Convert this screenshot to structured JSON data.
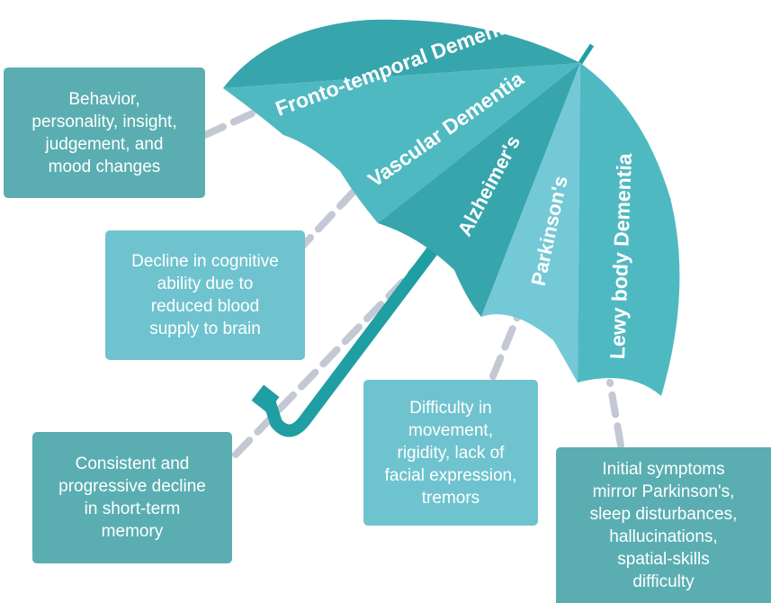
{
  "colors": {
    "panel_dark": "#5aaeb1",
    "panel_light": "#6fc3cf",
    "umbrella_dark": "#37a5ac",
    "umbrella_mid": "#4fb9c1",
    "umbrella_light": "#74c9d6",
    "handle": "#1f9ea3",
    "connector": "#c4c8d4"
  },
  "umbrella": {
    "segments": [
      "Fronto-temporal Dementia",
      "Vascular Dementia",
      "Alzheimer's",
      "Parkinson's",
      "Lewy body Dementia"
    ]
  },
  "callouts": {
    "frontotemporal": "Behavior,\npersonality, insight,\njudgement, and\nmood  changes",
    "vascular": "Decline in cognitive\nability due to\nreduced blood\nsupply to  brain",
    "alzheimers": "Consistent and\nprogressive decline\nin short-term\nmemory",
    "parkinsons": "Difficulty in\nmovement,\nrigidity, lack of\nfacial expression,\ntremors",
    "lewy": "Initial symptoms\nmirror Parkinson's,\nsleep disturbances,\nhallucinations,\nspatial-skills\ndifficulty"
  }
}
